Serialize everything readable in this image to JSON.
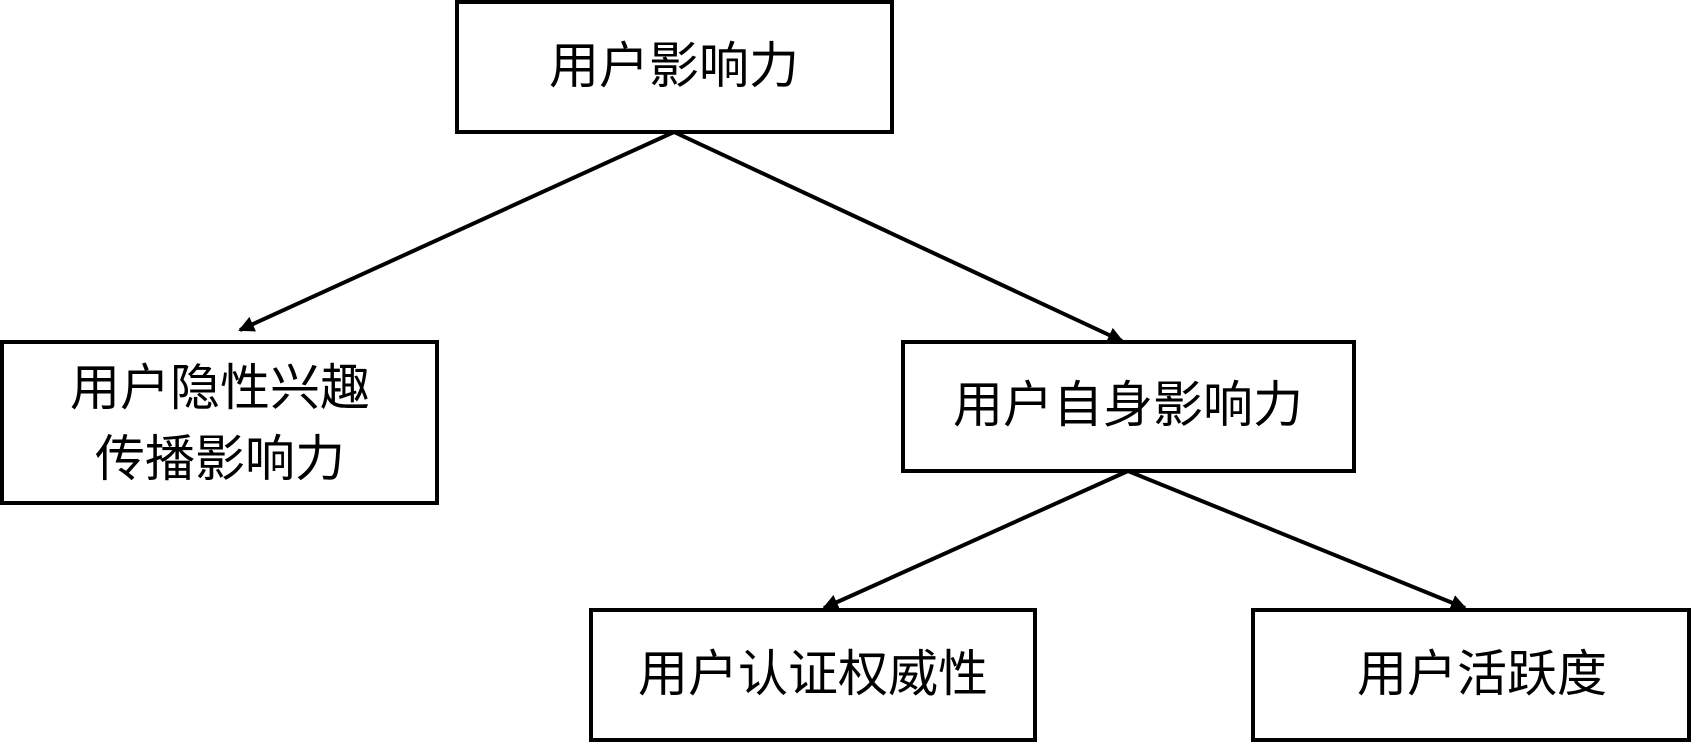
{
  "nodes": {
    "root": {
      "label": "用户影响力"
    },
    "interest": {
      "line1": "用户隐性兴趣",
      "line2": "传播影响力"
    },
    "self": {
      "label": "用户自身影响力"
    },
    "auth": {
      "label": "用户认证权威性"
    },
    "activity": {
      "label": "用户活跃度"
    }
  },
  "edges": [
    {
      "from": "root",
      "to": "interest"
    },
    {
      "from": "root",
      "to": "self"
    },
    {
      "from": "self",
      "to": "auth"
    },
    {
      "from": "self",
      "to": "activity"
    }
  ],
  "colors": {
    "stroke": "#000000",
    "background": "#ffffff"
  }
}
